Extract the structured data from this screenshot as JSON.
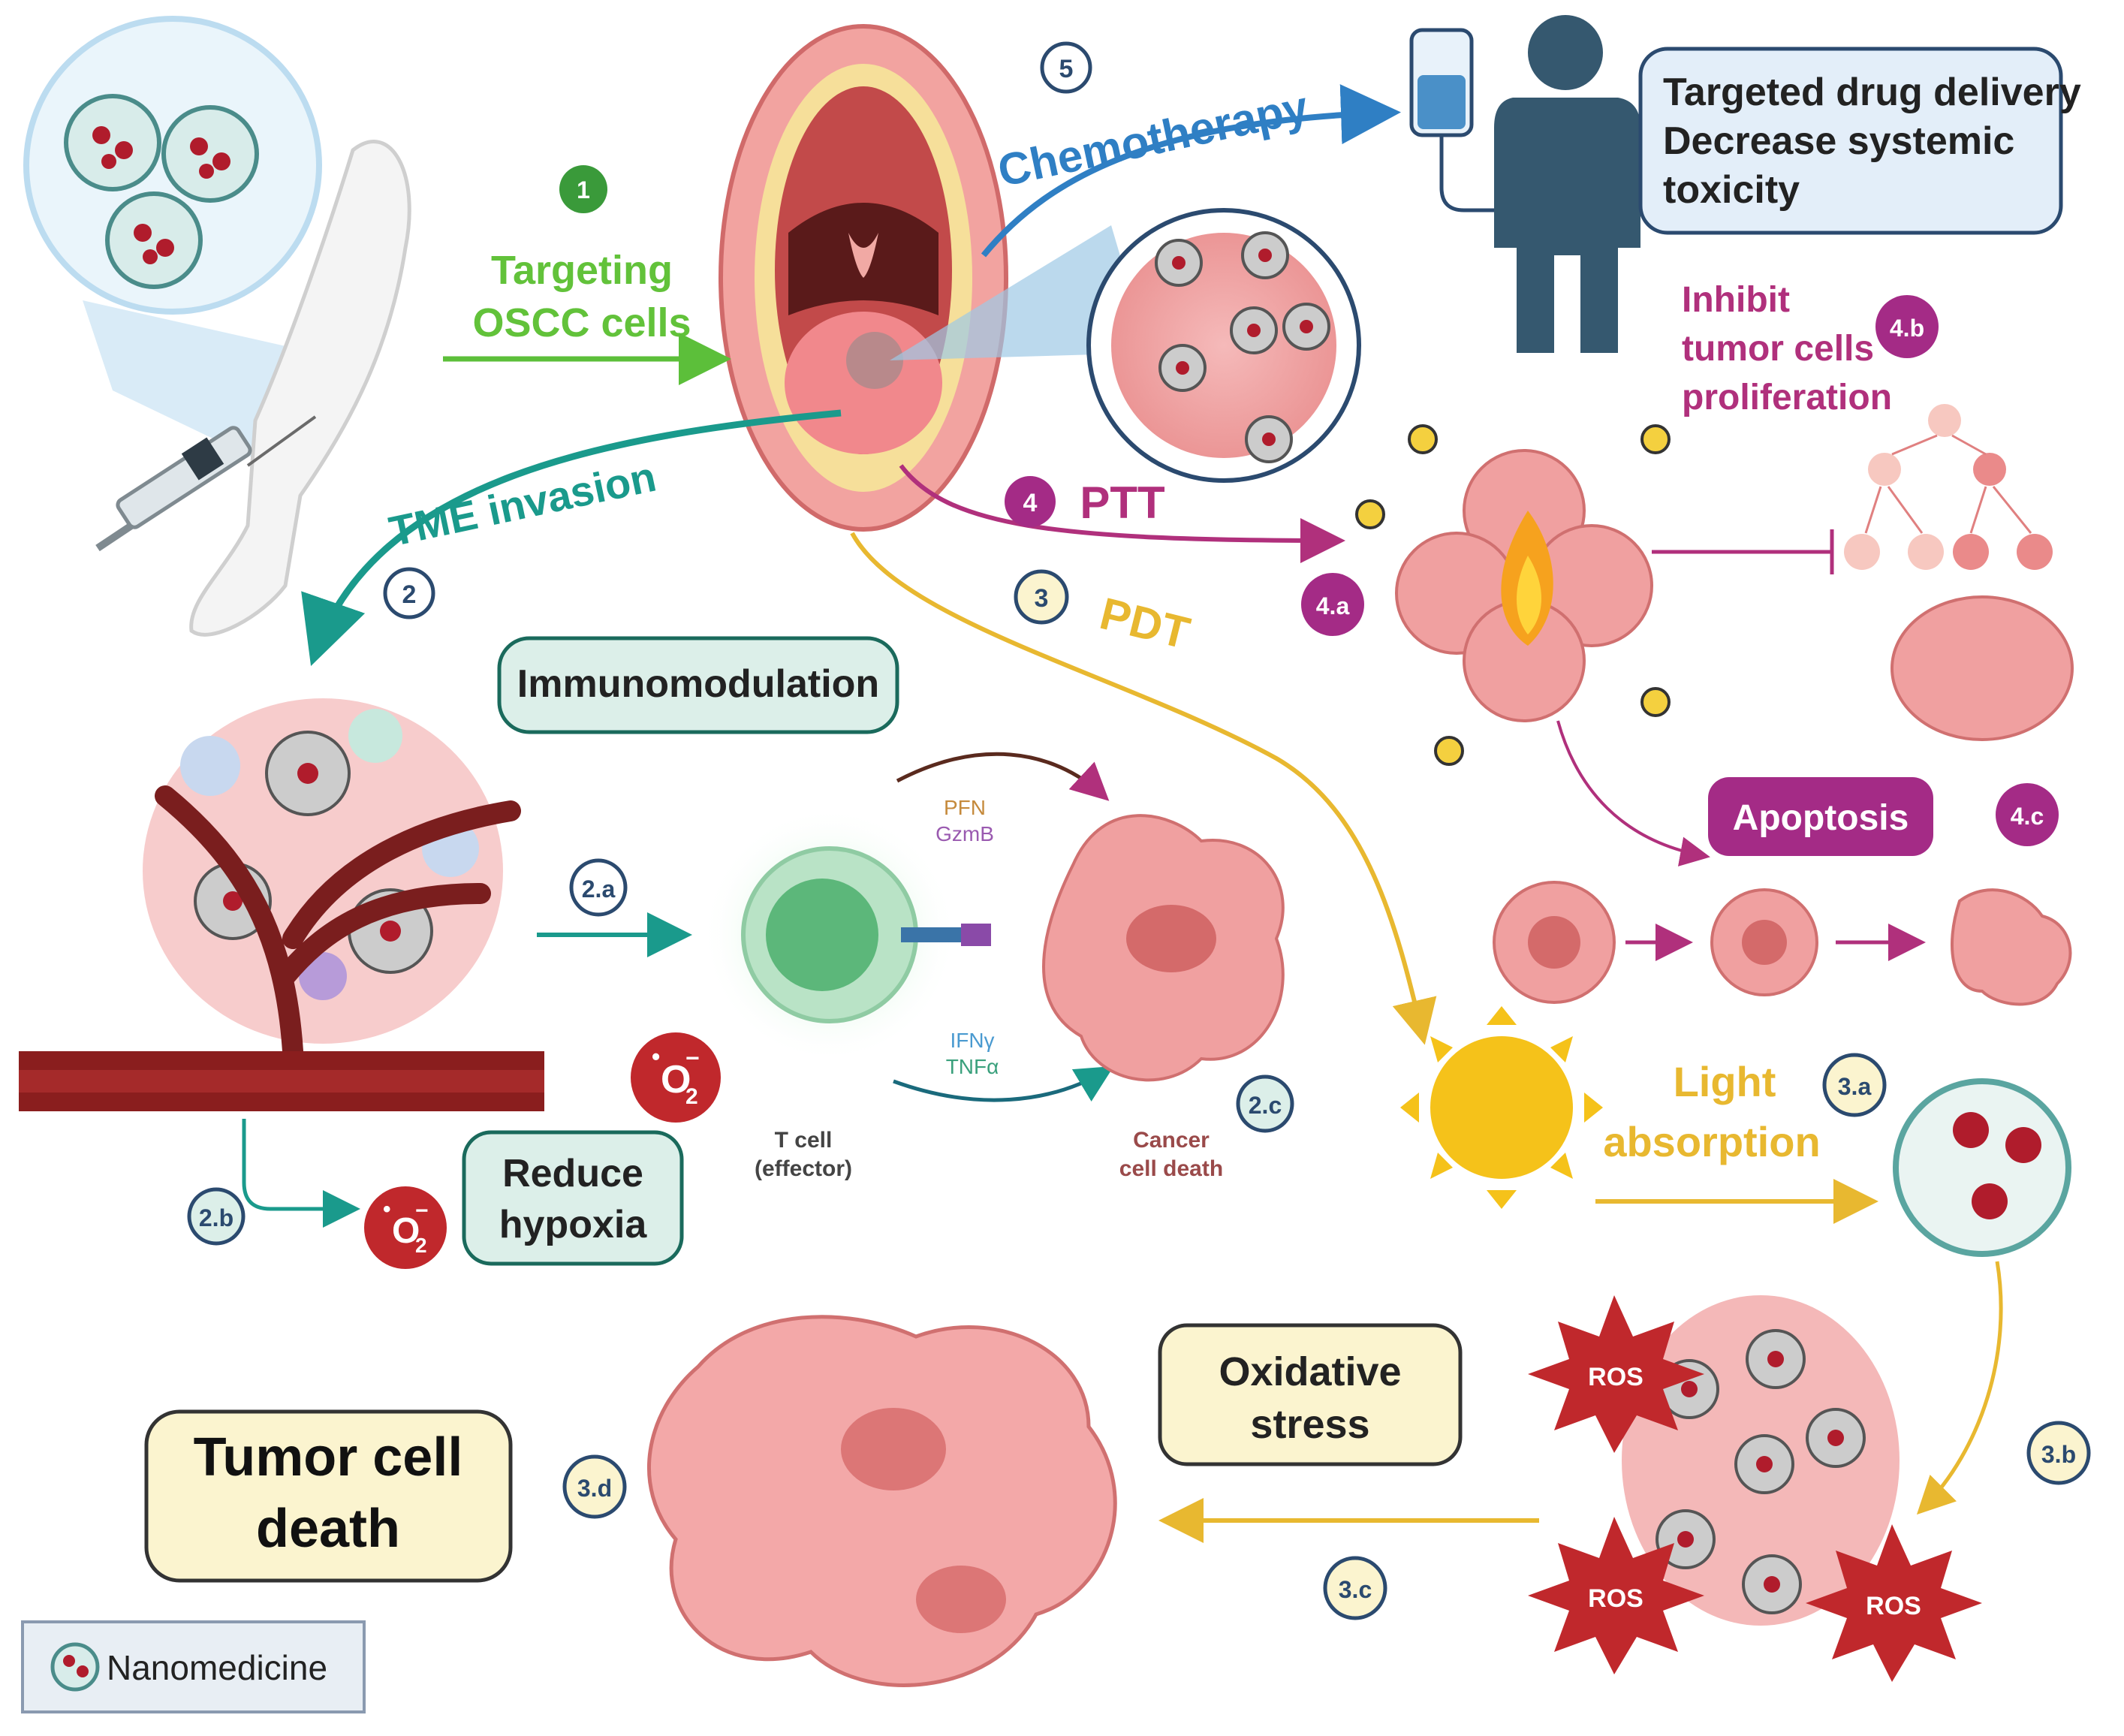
{
  "steps": {
    "s1": {
      "badge": "1",
      "line1": "Targeting",
      "line2": "OSCC cells"
    },
    "s2": {
      "badge": "2",
      "label": "TME invasion"
    },
    "s2a": {
      "badge": "2.a"
    },
    "s2b": {
      "badge": "2.b"
    },
    "s2c": {
      "badge": "2.c"
    },
    "s3": {
      "badge": "3",
      "label": "PDT"
    },
    "s3a": {
      "badge": "3.a",
      "line1": "Light",
      "line2": "absorption"
    },
    "s3b": {
      "badge": "3.b"
    },
    "s3c": {
      "badge": "3.c"
    },
    "s3d": {
      "badge": "3.d"
    },
    "s4": {
      "badge": "4",
      "label": "PTT"
    },
    "s4a": {
      "badge": "4.a"
    },
    "s4b": {
      "badge": "4.b",
      "line1": "Inhibit",
      "line2": "tumor cells",
      "line3": "proliferation"
    },
    "s4c": {
      "badge": "4.c"
    },
    "s5": {
      "badge": "5",
      "label": "Chemotherapy"
    }
  },
  "boxes": {
    "chemo_outcome": {
      "line1": "Targeted drug delivery",
      "line2": "Decrease systemic",
      "line3": "toxicity"
    },
    "immunomodulation": "Immunomodulation",
    "reduce_hypoxia": {
      "line1": "Reduce",
      "line2": "hypoxia"
    },
    "apoptosis": "Apoptosis",
    "oxidative_stress": {
      "line1": "Oxidative",
      "line2": "stress"
    },
    "tumor_cell_death": {
      "line1": "Tumor cell",
      "line2": "death"
    }
  },
  "immune": {
    "pfn": "PFN",
    "gzmb": "GzmB",
    "ifng": "IFNγ",
    "tnfa": "TNFα",
    "tcell_line1": "T cell",
    "tcell_line2": "(effector)",
    "cancer_line1": "Cancer",
    "cancer_line2": "cell death"
  },
  "superoxide": {
    "symbol": "O",
    "subscript": "2",
    "charge": "−",
    "radical_dot": "•"
  },
  "ros": "ROS",
  "legend": {
    "label": "Nanomedicine"
  },
  "colors": {
    "green": "#4caf50",
    "teal": "#1a9a8c",
    "blue": "#2f7fc4",
    "yellow": "#e8b830",
    "magenta": "#b0307c",
    "red": "#c0282c",
    "pink": "#f0a0a0",
    "boxfill_teal": "#dcefe9",
    "boxfill_yellow": "#fbf4cf",
    "boxfill_blue": "#e3eef9",
    "boxfill_purple": "#a42b86"
  }
}
